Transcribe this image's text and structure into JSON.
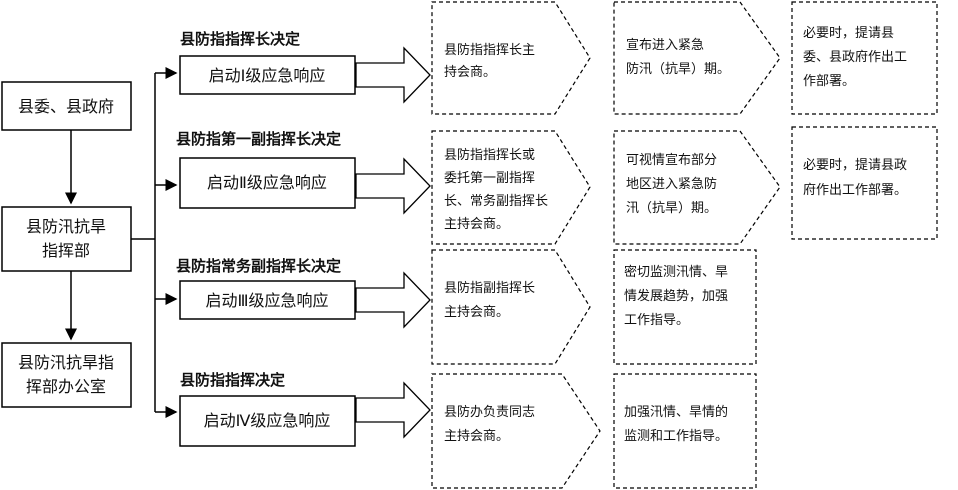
{
  "left": {
    "top_box": "县委、县政府",
    "middle_box_lines": [
      "县防汛抗旱",
      "指挥部"
    ],
    "bottom_box_lines": [
      "县防汛抗旱指",
      "挥部办公室"
    ]
  },
  "levels": [
    {
      "decision": "县防指指挥长决定",
      "response": "启动Ⅰ级应急响应",
      "host_lines": [
        "县防指指挥长主",
        "持会商。"
      ],
      "declare_lines": [
        "宣布进入紧急",
        "防汛（抗旱）期。"
      ],
      "deploy_lines": [
        "必要时，提请县",
        "委、县政府作出工",
        "作部署。"
      ]
    },
    {
      "decision": "县防指第一副指挥长决定",
      "response": "启动Ⅱ级应急响应",
      "host_lines": [
        "县防指指挥长或",
        "委托第一副指挥",
        "长、常务副指挥长",
        "主持会商。"
      ],
      "declare_lines": [
        "可视情宣布部分",
        "地区进入紧急防",
        "汛（抗旱）期。"
      ],
      "deploy_lines": [
        "必要时，提请县政",
        "府作出工作部署。"
      ]
    },
    {
      "decision": "县防指常务副指挥长决定",
      "response": "启动Ⅲ级应急响应",
      "host_lines": [
        "县防指副指挥长",
        "主持会商。"
      ],
      "declare_lines": [
        "密切监测汛情、旱",
        "情发展趋势，加强",
        "工作指导。"
      ]
    },
    {
      "decision": "县防指指挥决定",
      "response": "启动Ⅳ级应急响应",
      "host_lines": [
        "县防办负责同志",
        "主持会商。"
      ],
      "declare_lines": [
        "加强汛情、旱情的",
        "监测和工作指导。"
      ]
    }
  ]
}
